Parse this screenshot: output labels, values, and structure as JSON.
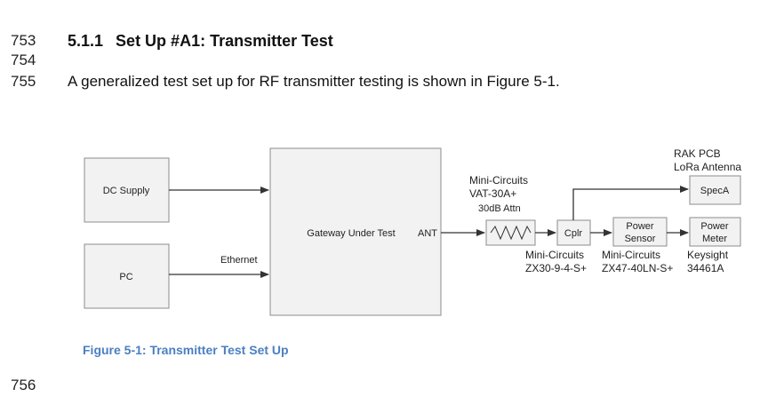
{
  "line_numbers": [
    "753",
    "754",
    "755",
    "756"
  ],
  "section": {
    "number": "5.1.1",
    "title": "Set Up #A1: Transmitter Test",
    "paragraph": "A generalized test set up for RF transmitter testing is shown in Figure 5-1."
  },
  "figure": {
    "caption": "Figure 5-1: Transmitter Test Set Up",
    "blocks": {
      "dc_supply": "DC Supply",
      "pc": "PC",
      "gateway": "Gateway Under Test",
      "ant": "ANT",
      "coupler": "Cplr",
      "power_sensor": [
        "Power",
        "Sensor"
      ],
      "power_meter": [
        "Power",
        "Meter"
      ],
      "spec_a": "SpecA"
    },
    "labels": {
      "ethernet": "Ethernet",
      "attenuator": [
        "Mini-Circuits",
        "VAT-30A+",
        "30dB Attn"
      ],
      "antenna": [
        "RAK PCB",
        "LoRa Antenna"
      ],
      "coupler_part": [
        "Mini-Circuits",
        "ZX30-9-4-S+"
      ],
      "sensor_part": [
        "Mini-Circuits",
        "ZX47-40LN-S+"
      ],
      "meter_part": [
        "Keysight",
        "34461A"
      ]
    }
  }
}
